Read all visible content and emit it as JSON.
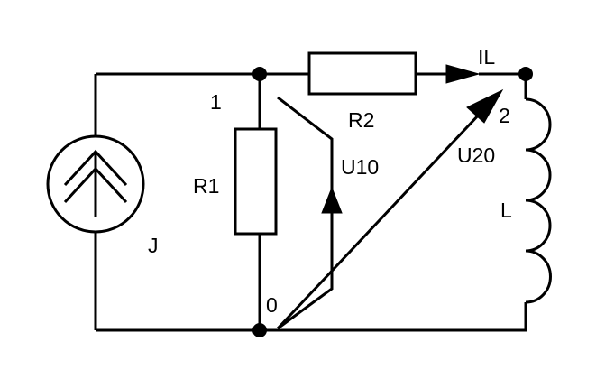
{
  "labels": {
    "node1": "1",
    "node2": "2",
    "node0": "0",
    "r1": "R1",
    "r2": "R2",
    "current_source": "J",
    "inductor": "L",
    "inductor_current": "IL",
    "voltage_u10": "U10",
    "voltage_u20": "U20"
  },
  "colors": {
    "ink": "#000000",
    "background": "#ffffff"
  }
}
